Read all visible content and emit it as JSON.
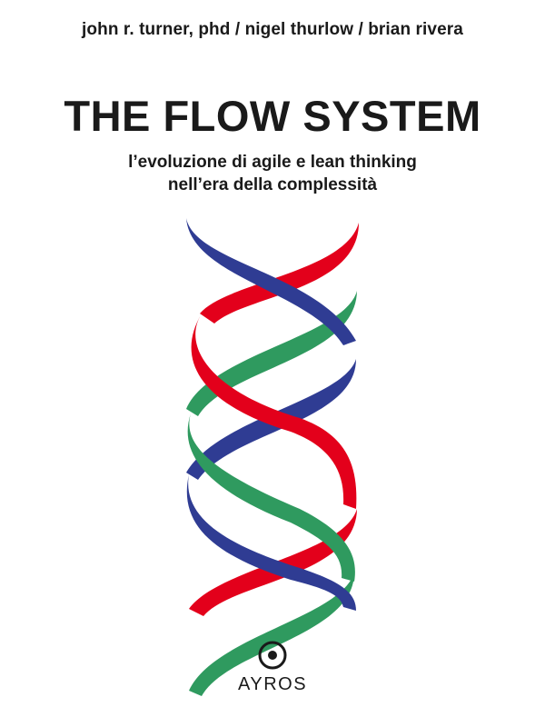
{
  "cover": {
    "authors": "john r. turner, phd / nigel thurlow / brian rivera",
    "title": "THE FLOW SYSTEM",
    "subtitle_line1": "l’evoluzione di agile e lean thinking",
    "subtitle_line2": "nell’era della complessità",
    "publisher": "AYROS"
  },
  "colors": {
    "red": "#e3001b",
    "blue": "#2f3c93",
    "green": "#2f9a5f",
    "text": "#1a1a1a"
  }
}
